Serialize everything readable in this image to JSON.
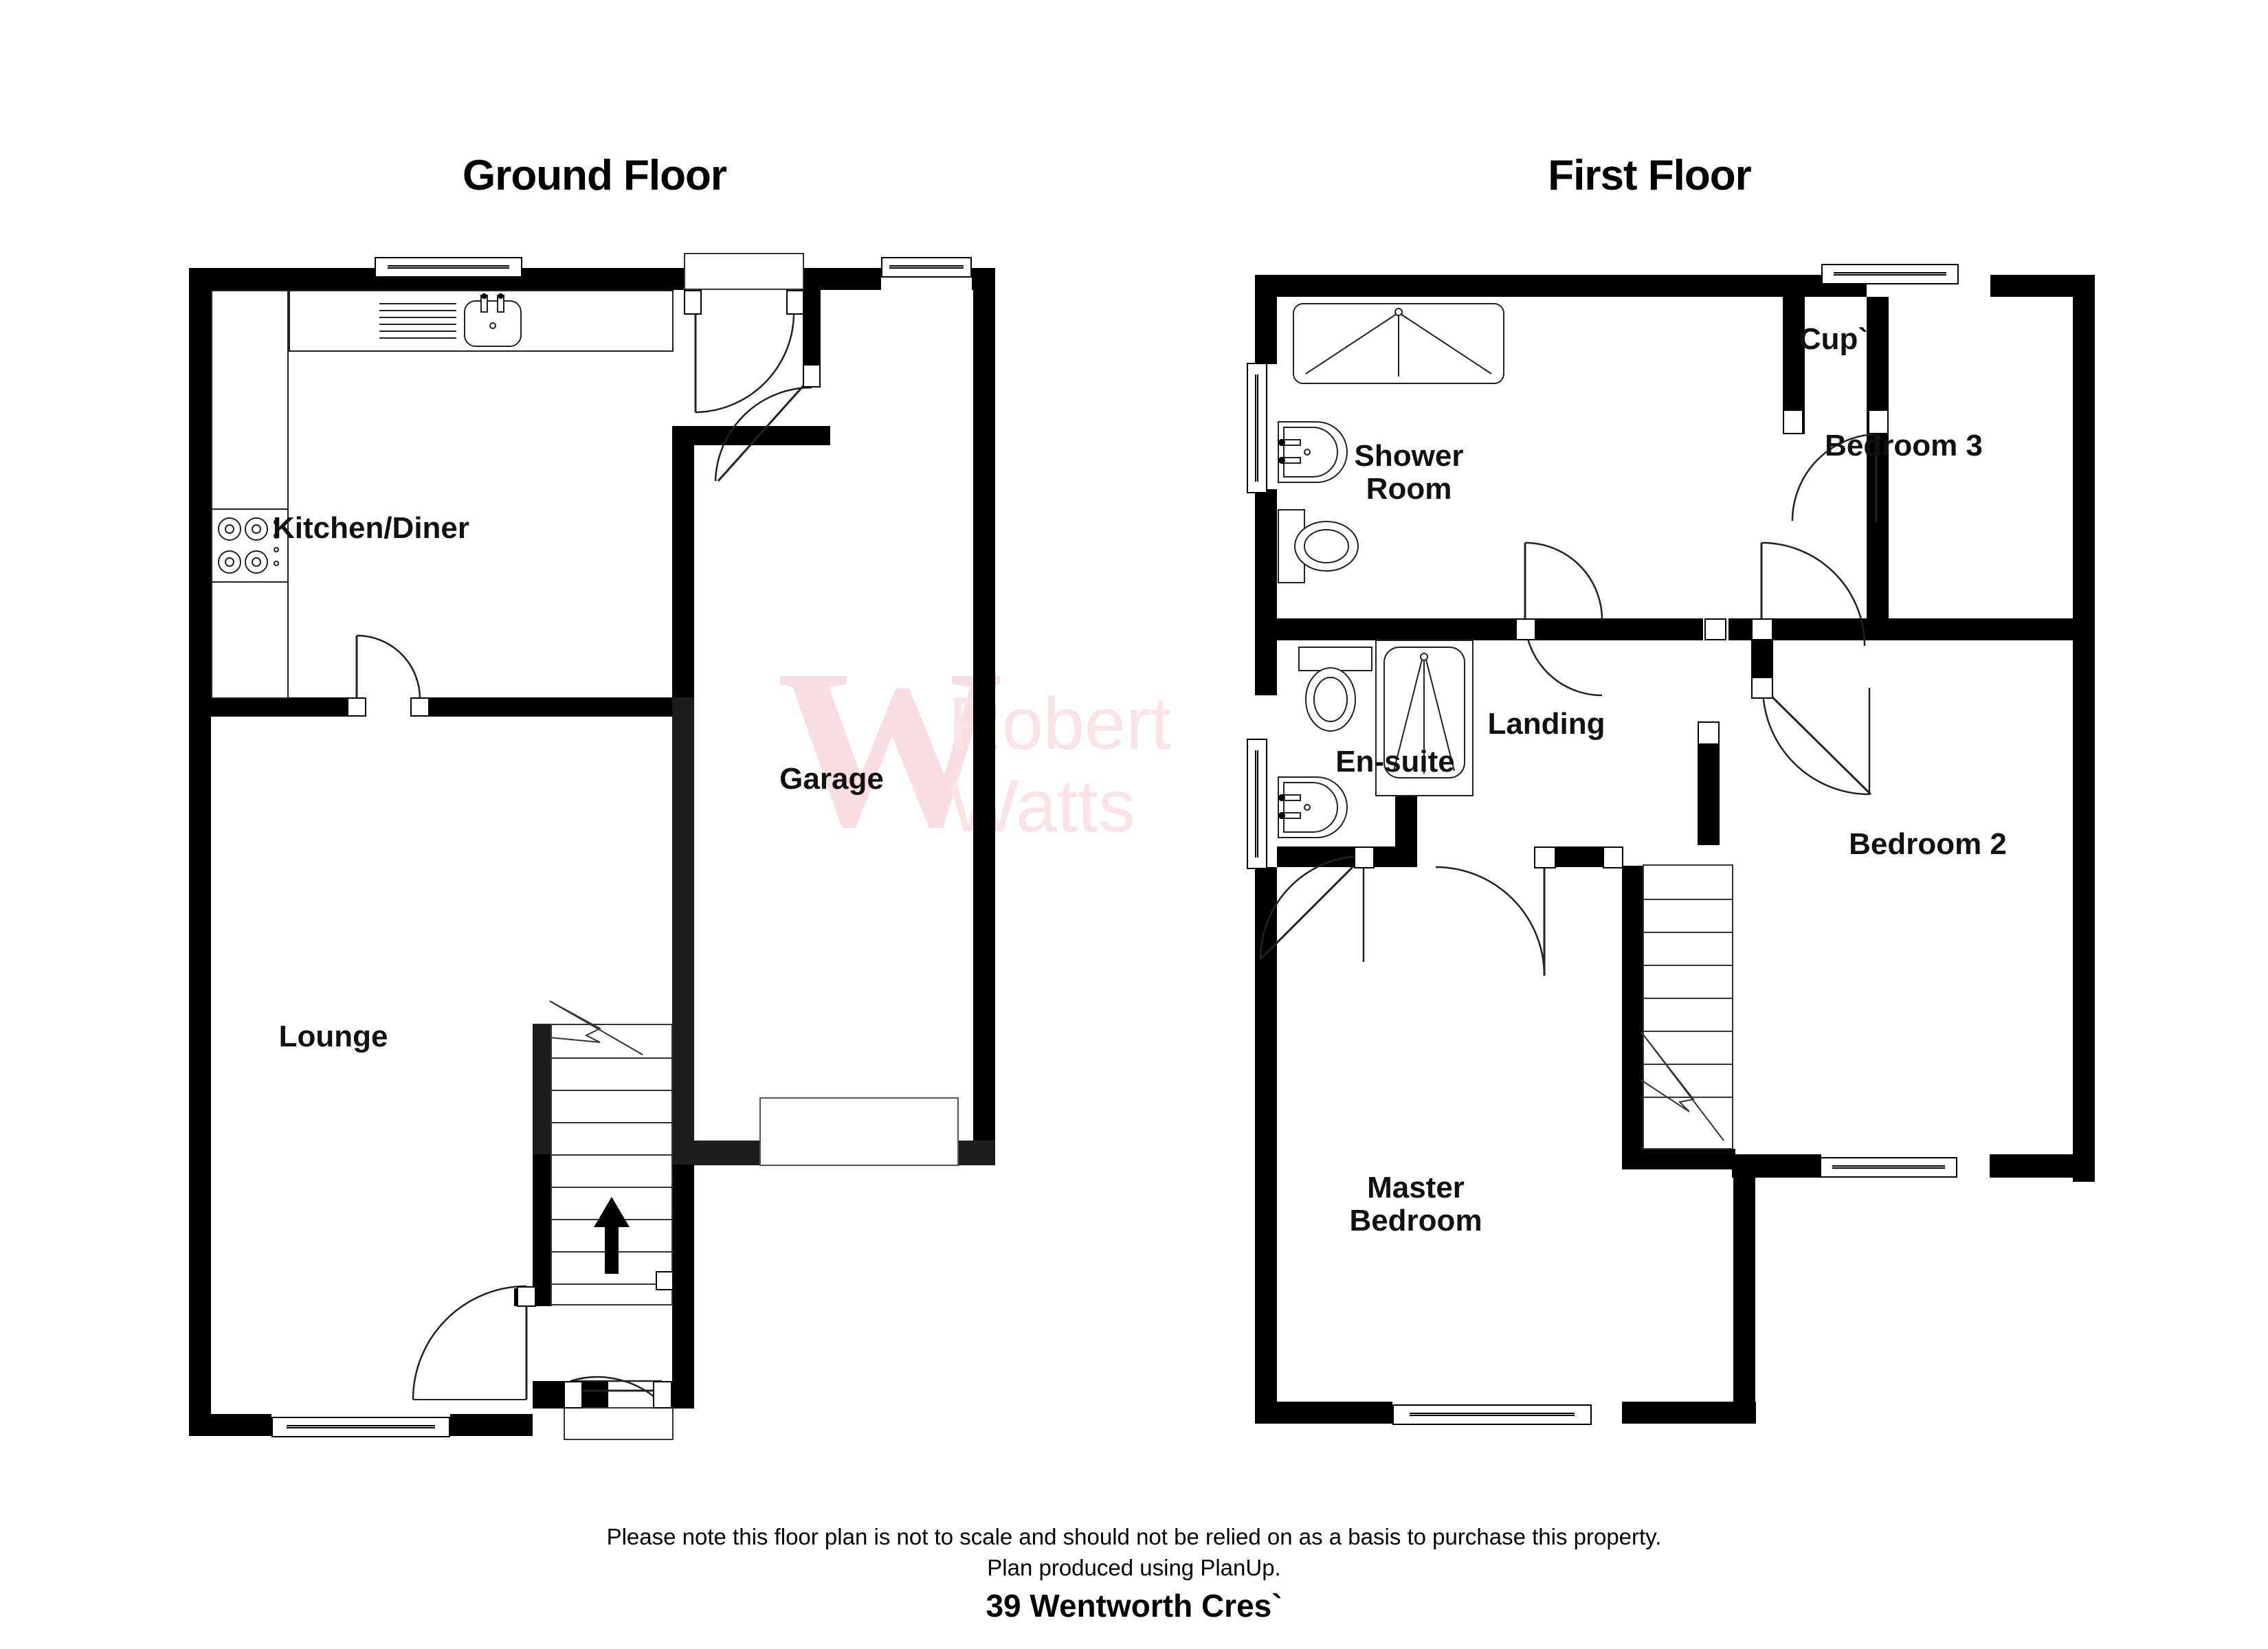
{
  "titles": {
    "ground": "Ground Floor",
    "first": "First Floor"
  },
  "ground_rooms": {
    "kitchen": "Kitchen/Diner",
    "lounge": "Lounge",
    "garage": "Garage"
  },
  "first_rooms": {
    "shower": "Shower\nRoom",
    "cupboard": "Cup`",
    "bed3": "Bedroom 3",
    "ensuite": "En-suite",
    "landing": "Landing",
    "bed2": "Bedroom 2",
    "master": "Master\nBedroom"
  },
  "watermark": {
    "logo": "W",
    "line1": "Robert",
    "line2": "Watts",
    "color": "#f8dee3"
  },
  "footer": {
    "disclaimer_line1": "Please note this floor plan is not to scale and should not be relied on as a basis to purchase this property.",
    "disclaimer_line2": "Plan produced using PlanUp.",
    "address": "39 Wentworth Cres`"
  },
  "colors": {
    "wall": "#000000",
    "wall_soft": "#1d1d1d",
    "background": "#ffffff",
    "fixture_stroke": "#222222"
  },
  "plan_meta": {
    "type": "floorplan",
    "floors": 2,
    "ground_features": [
      "kitchen-sink",
      "kitchen-drainer",
      "hob",
      "staircase-up",
      "garage-door",
      "front-door",
      "back-door"
    ],
    "first_features": [
      "bath",
      "basin",
      "toilet",
      "shower-enclosure",
      "staircase-down",
      "cupboard"
    ]
  }
}
